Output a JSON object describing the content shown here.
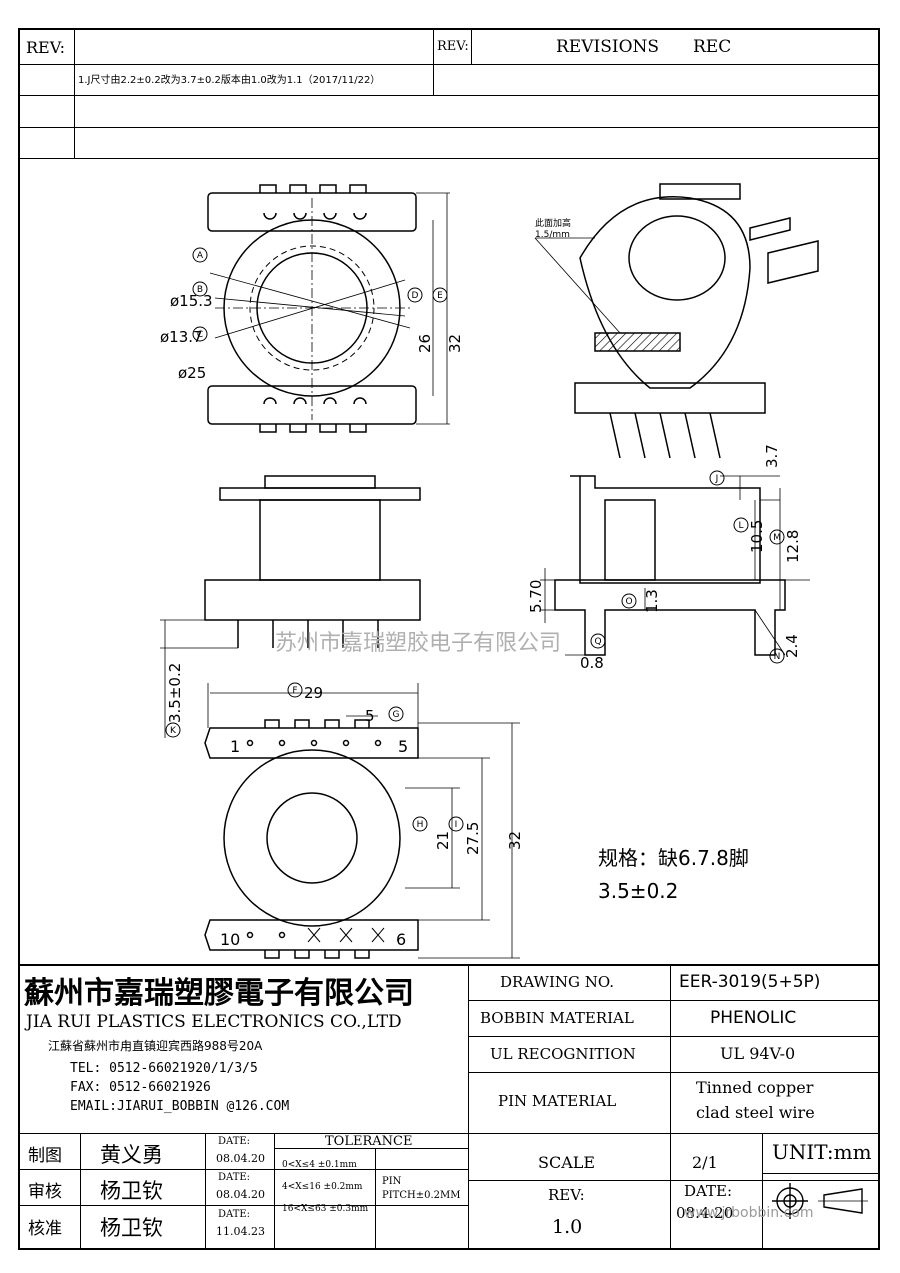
{
  "rev_block": {
    "rev_label_left": "REV:",
    "rev_label_right": "REV:",
    "revisions_header": "REVISIONS",
    "rec_header": "REC",
    "entries": [
      "1.J尺寸由2.2±0.2改为3.7±0.2版本由1.0改为1.1（2017/11/22）",
      "",
      ""
    ]
  },
  "drawing": {
    "iso_note_line1": "此面加高",
    "iso_note_line2": "1.5/mm",
    "watermark": "苏州市嘉瑞塑胶电子有限公司",
    "spec_line1": "规格：缺6.7.8脚",
    "spec_line2": "3.5±0.2",
    "dims": {
      "phi15": "ø15.3",
      "phi13": "ø13.7",
      "phi25": "ø25",
      "d26": "26",
      "d32a": "32",
      "d37": "3.7",
      "d105": "10.5",
      "d128": "12.8",
      "d570": "5.70",
      "d13": "1.3",
      "d08": "0.8",
      "d24": "2.4",
      "d35": "3.5±0.2",
      "d29": "29",
      "d5": "5",
      "d21": "21",
      "d275": "27.5",
      "d32b": "32",
      "pin1": "1",
      "pin5": "5",
      "pin10": "10",
      "pin6": "6"
    },
    "markers": [
      "A",
      "B",
      "C",
      "D",
      "E",
      "J",
      "L",
      "M",
      "O",
      "Q",
      "N",
      "K",
      "F",
      "G",
      "H",
      "I"
    ]
  },
  "title_block": {
    "company_cn": "蘇州市嘉瑞塑膠電子有限公司",
    "company_en": "JIA RUI PLASTICS ELECTRONICS CO.,LTD",
    "address": "江蘇省蘇州市甪直镇迎宾西路988号20A",
    "tel": "TEL: 0512-66021920/1/3/5",
    "fax": "FAX: 0512-66021926",
    "email": "EMAIL:JIARUI_BOBBIN @126.COM",
    "drawing_no_label": "DRAWING  NO.",
    "drawing_no_value": "EER-3019(5+5P)",
    "bobbin_material_label": "BOBBIN  MATERIAL",
    "bobbin_material_value": "PHENOLIC",
    "ul_label": "UL RECOGNITION",
    "ul_value": "UL 94V-0",
    "pin_material_label": "PIN MATERIAL",
    "pin_material_value1": "Tinned copper",
    "pin_material_value2": "clad steel wire",
    "rows": [
      {
        "role": "制图",
        "name": "黄义勇",
        "date_label": "DATE:",
        "date": "08.04.20"
      },
      {
        "role": "审核",
        "name": "杨卫钦",
        "date_label": "DATE:",
        "date": "08.04.20"
      },
      {
        "role": "核准",
        "name": "杨卫钦",
        "date_label": "DATE:",
        "date": "11.04.23"
      }
    ],
    "tolerance_header": "TOLERANCE",
    "tolerances": [
      "0<X≤4  ±0.1mm",
      "4<X≤16 ±0.2mm",
      "16<X≤63 ±0.3mm"
    ],
    "pin_pitch_1": "PIN",
    "pin_pitch_2": "PITCH±0.2MM",
    "scale_label": "SCALE",
    "scale_value": "2/1",
    "unit": "UNIT:mm",
    "rev_label": "REV:",
    "rev_value": "1.0",
    "date_label": "DATE:",
    "date_value": "08.4.20",
    "website": "www.jrbobbin.com"
  }
}
